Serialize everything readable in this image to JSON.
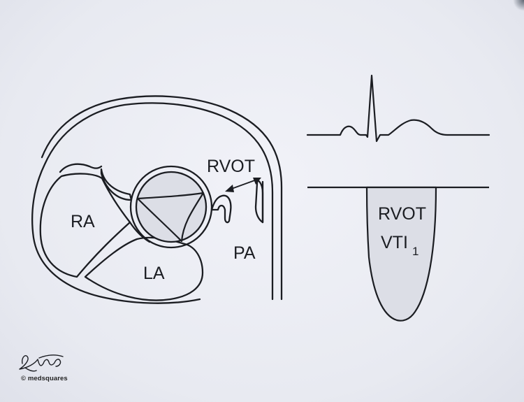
{
  "labels": {
    "rvot": "RVOT",
    "ra": "RA",
    "la": "LA",
    "pa": "PA",
    "doppler_rvot": "RVOT",
    "doppler_vti": "VTI",
    "doppler_sub": "1"
  },
  "credit": {
    "brand": "© medsquares"
  },
  "colors": {
    "background": "#eceef4",
    "stroke": "#1b1d22",
    "fill": "#dcdee6"
  }
}
